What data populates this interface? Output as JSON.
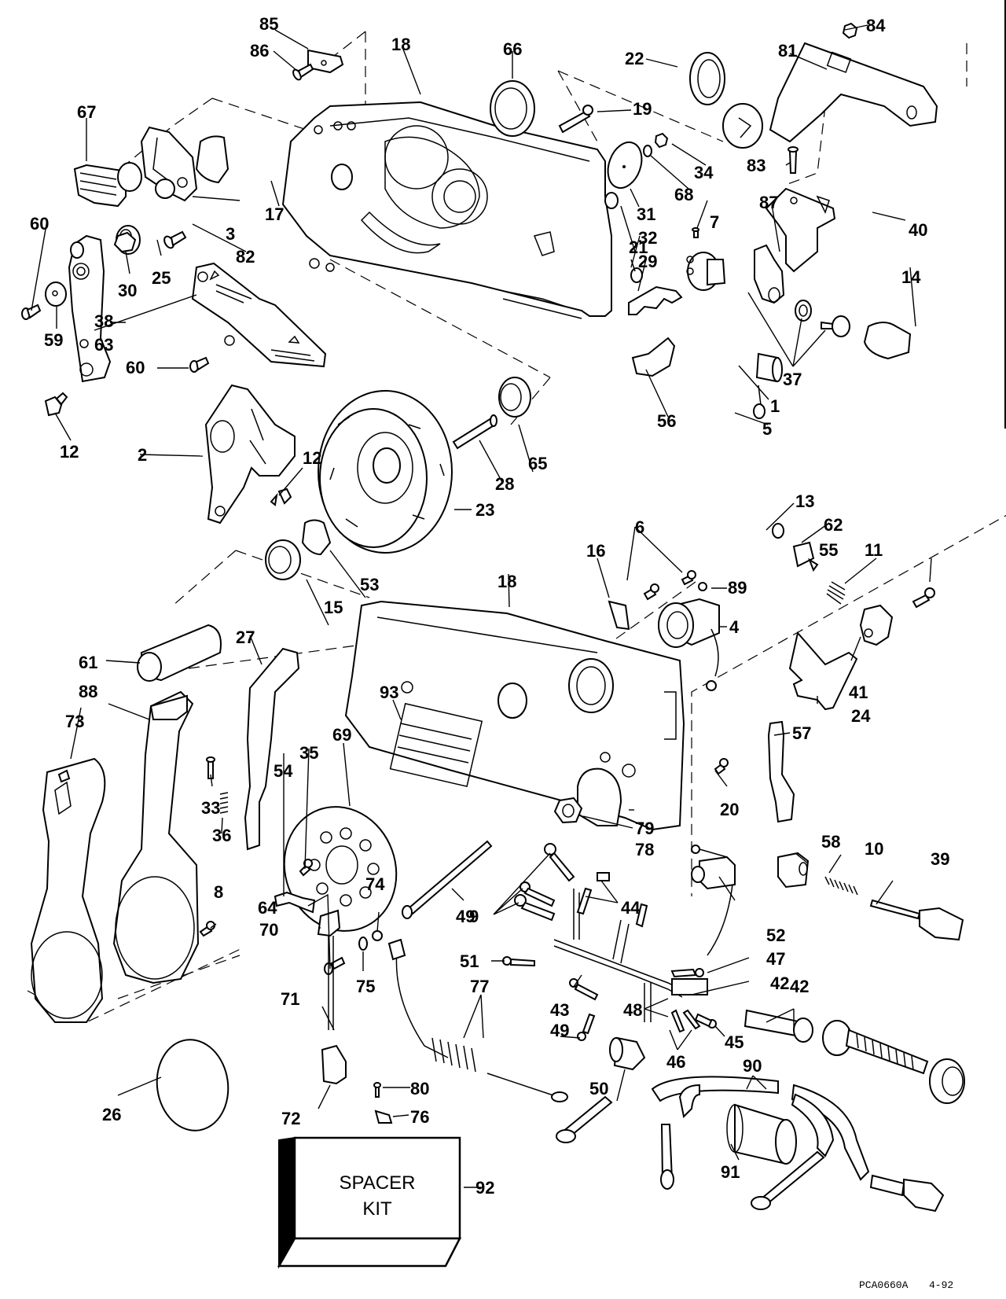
{
  "diagram": {
    "title": "Remote control exploded parts diagram",
    "footer_code": "PCA0660A",
    "footer_date": "4-92",
    "spacer_kit": {
      "line1": "SPACER",
      "line2": "KIT",
      "callout": "92"
    },
    "callouts": [
      {
        "id": "85",
        "label": "85"
      },
      {
        "id": "86",
        "label": "86"
      },
      {
        "id": "18a",
        "label": "18"
      },
      {
        "id": "66",
        "label": "66"
      },
      {
        "id": "22",
        "label": "22"
      },
      {
        "id": "84",
        "label": "84"
      },
      {
        "id": "81",
        "label": "81"
      },
      {
        "id": "67",
        "label": "67"
      },
      {
        "id": "19",
        "label": "19"
      },
      {
        "id": "34",
        "label": "34"
      },
      {
        "id": "83",
        "label": "83"
      },
      {
        "id": "68",
        "label": "68"
      },
      {
        "id": "31",
        "label": "31"
      },
      {
        "id": "17",
        "label": "17"
      },
      {
        "id": "3",
        "label": "3"
      },
      {
        "id": "60a",
        "label": "60"
      },
      {
        "id": "25",
        "label": "25"
      },
      {
        "id": "82",
        "label": "82"
      },
      {
        "id": "30",
        "label": "30"
      },
      {
        "id": "7",
        "label": "7"
      },
      {
        "id": "87",
        "label": "87"
      },
      {
        "id": "21",
        "label": "21"
      },
      {
        "id": "32",
        "label": "32"
      },
      {
        "id": "40",
        "label": "40"
      },
      {
        "id": "29",
        "label": "29"
      },
      {
        "id": "14",
        "label": "14"
      },
      {
        "id": "38",
        "label": "38"
      },
      {
        "id": "59",
        "label": "59"
      },
      {
        "id": "63",
        "label": "63"
      },
      {
        "id": "60b",
        "label": "60"
      },
      {
        "id": "37",
        "label": "37"
      },
      {
        "id": "1",
        "label": "1"
      },
      {
        "id": "56",
        "label": "56"
      },
      {
        "id": "5",
        "label": "5"
      },
      {
        "id": "12a",
        "label": "12"
      },
      {
        "id": "65",
        "label": "65"
      },
      {
        "id": "28",
        "label": "28"
      },
      {
        "id": "2",
        "label": "2"
      },
      {
        "id": "12b",
        "label": "12"
      },
      {
        "id": "23",
        "label": "23"
      },
      {
        "id": "13",
        "label": "13"
      },
      {
        "id": "62",
        "label": "62"
      },
      {
        "id": "6",
        "label": "6"
      },
      {
        "id": "55",
        "label": "55"
      },
      {
        "id": "11",
        "label": "11"
      },
      {
        "id": "16",
        "label": "16"
      },
      {
        "id": "53",
        "label": "53"
      },
      {
        "id": "89",
        "label": "89"
      },
      {
        "id": "15",
        "label": "15"
      },
      {
        "id": "18b",
        "label": "18"
      },
      {
        "id": "4",
        "label": "4"
      },
      {
        "id": "61",
        "label": "61"
      },
      {
        "id": "27",
        "label": "27"
      },
      {
        "id": "41",
        "label": "41"
      },
      {
        "id": "88",
        "label": "88"
      },
      {
        "id": "93",
        "label": "93"
      },
      {
        "id": "24",
        "label": "24"
      },
      {
        "id": "73",
        "label": "73"
      },
      {
        "id": "69",
        "label": "69"
      },
      {
        "id": "57",
        "label": "57"
      },
      {
        "id": "35",
        "label": "35"
      },
      {
        "id": "54",
        "label": "54"
      },
      {
        "id": "33",
        "label": "33"
      },
      {
        "id": "20",
        "label": "20"
      },
      {
        "id": "79",
        "label": "79"
      },
      {
        "id": "36",
        "label": "36"
      },
      {
        "id": "78",
        "label": "78"
      },
      {
        "id": "58",
        "label": "58"
      },
      {
        "id": "10",
        "label": "10"
      },
      {
        "id": "39",
        "label": "39"
      },
      {
        "id": "64",
        "label": "64"
      },
      {
        "id": "74",
        "label": "74"
      },
      {
        "id": "9",
        "label": "9"
      },
      {
        "id": "44",
        "label": "44"
      },
      {
        "id": "49a",
        "label": "49"
      },
      {
        "id": "8",
        "label": "8"
      },
      {
        "id": "70",
        "label": "70"
      },
      {
        "id": "52",
        "label": "52"
      },
      {
        "id": "51",
        "label": "51"
      },
      {
        "id": "47",
        "label": "47"
      },
      {
        "id": "75",
        "label": "75"
      },
      {
        "id": "42a",
        "label": "42"
      },
      {
        "id": "71",
        "label": "71"
      },
      {
        "id": "77",
        "label": "77"
      },
      {
        "id": "43",
        "label": "43"
      },
      {
        "id": "48",
        "label": "48"
      },
      {
        "id": "42b",
        "label": "42"
      },
      {
        "id": "49b",
        "label": "49"
      },
      {
        "id": "45",
        "label": "45"
      },
      {
        "id": "46",
        "label": "46"
      },
      {
        "id": "90",
        "label": "90"
      },
      {
        "id": "50",
        "label": "50"
      },
      {
        "id": "80",
        "label": "80"
      },
      {
        "id": "26",
        "label": "26"
      },
      {
        "id": "72",
        "label": "72"
      },
      {
        "id": "76",
        "label": "76"
      },
      {
        "id": "91",
        "label": "91"
      }
    ]
  }
}
